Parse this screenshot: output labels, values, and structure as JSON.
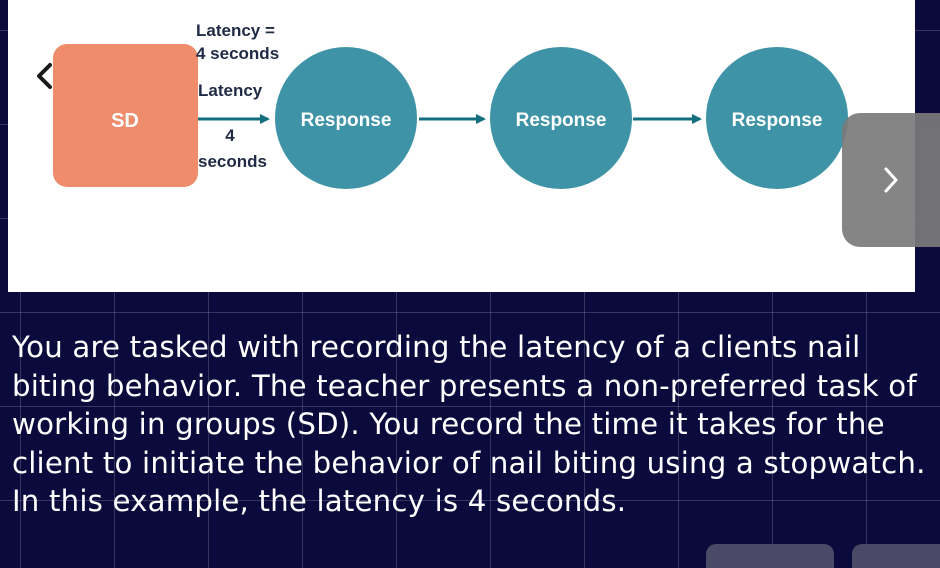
{
  "diagram": {
    "sd_label": "SD",
    "top_latency_line1": "Latency =",
    "top_latency_line2": "4 seconds",
    "arrow_label_top": "Latency",
    "arrow_label_number": "4",
    "arrow_label_bottom": "seconds",
    "responses": [
      "Response",
      "Response",
      "Response"
    ],
    "colors": {
      "sd_box": "#ef8c6c",
      "response_circle": "#3f93a6",
      "arrow": "#136e80",
      "label_text": "#1f2a44"
    }
  },
  "navigation": {
    "prev_icon": "chevron-left-icon",
    "next_icon": "chevron-right-icon"
  },
  "caption": "You are tasked with recording the latency of a clients nail biting behavior. The teacher presents a non-preferred task of working in groups (SD). You record the time it takes for the client to initiate the behavior of nail biting using a stopwatch. In this example, the latency is 4 seconds."
}
